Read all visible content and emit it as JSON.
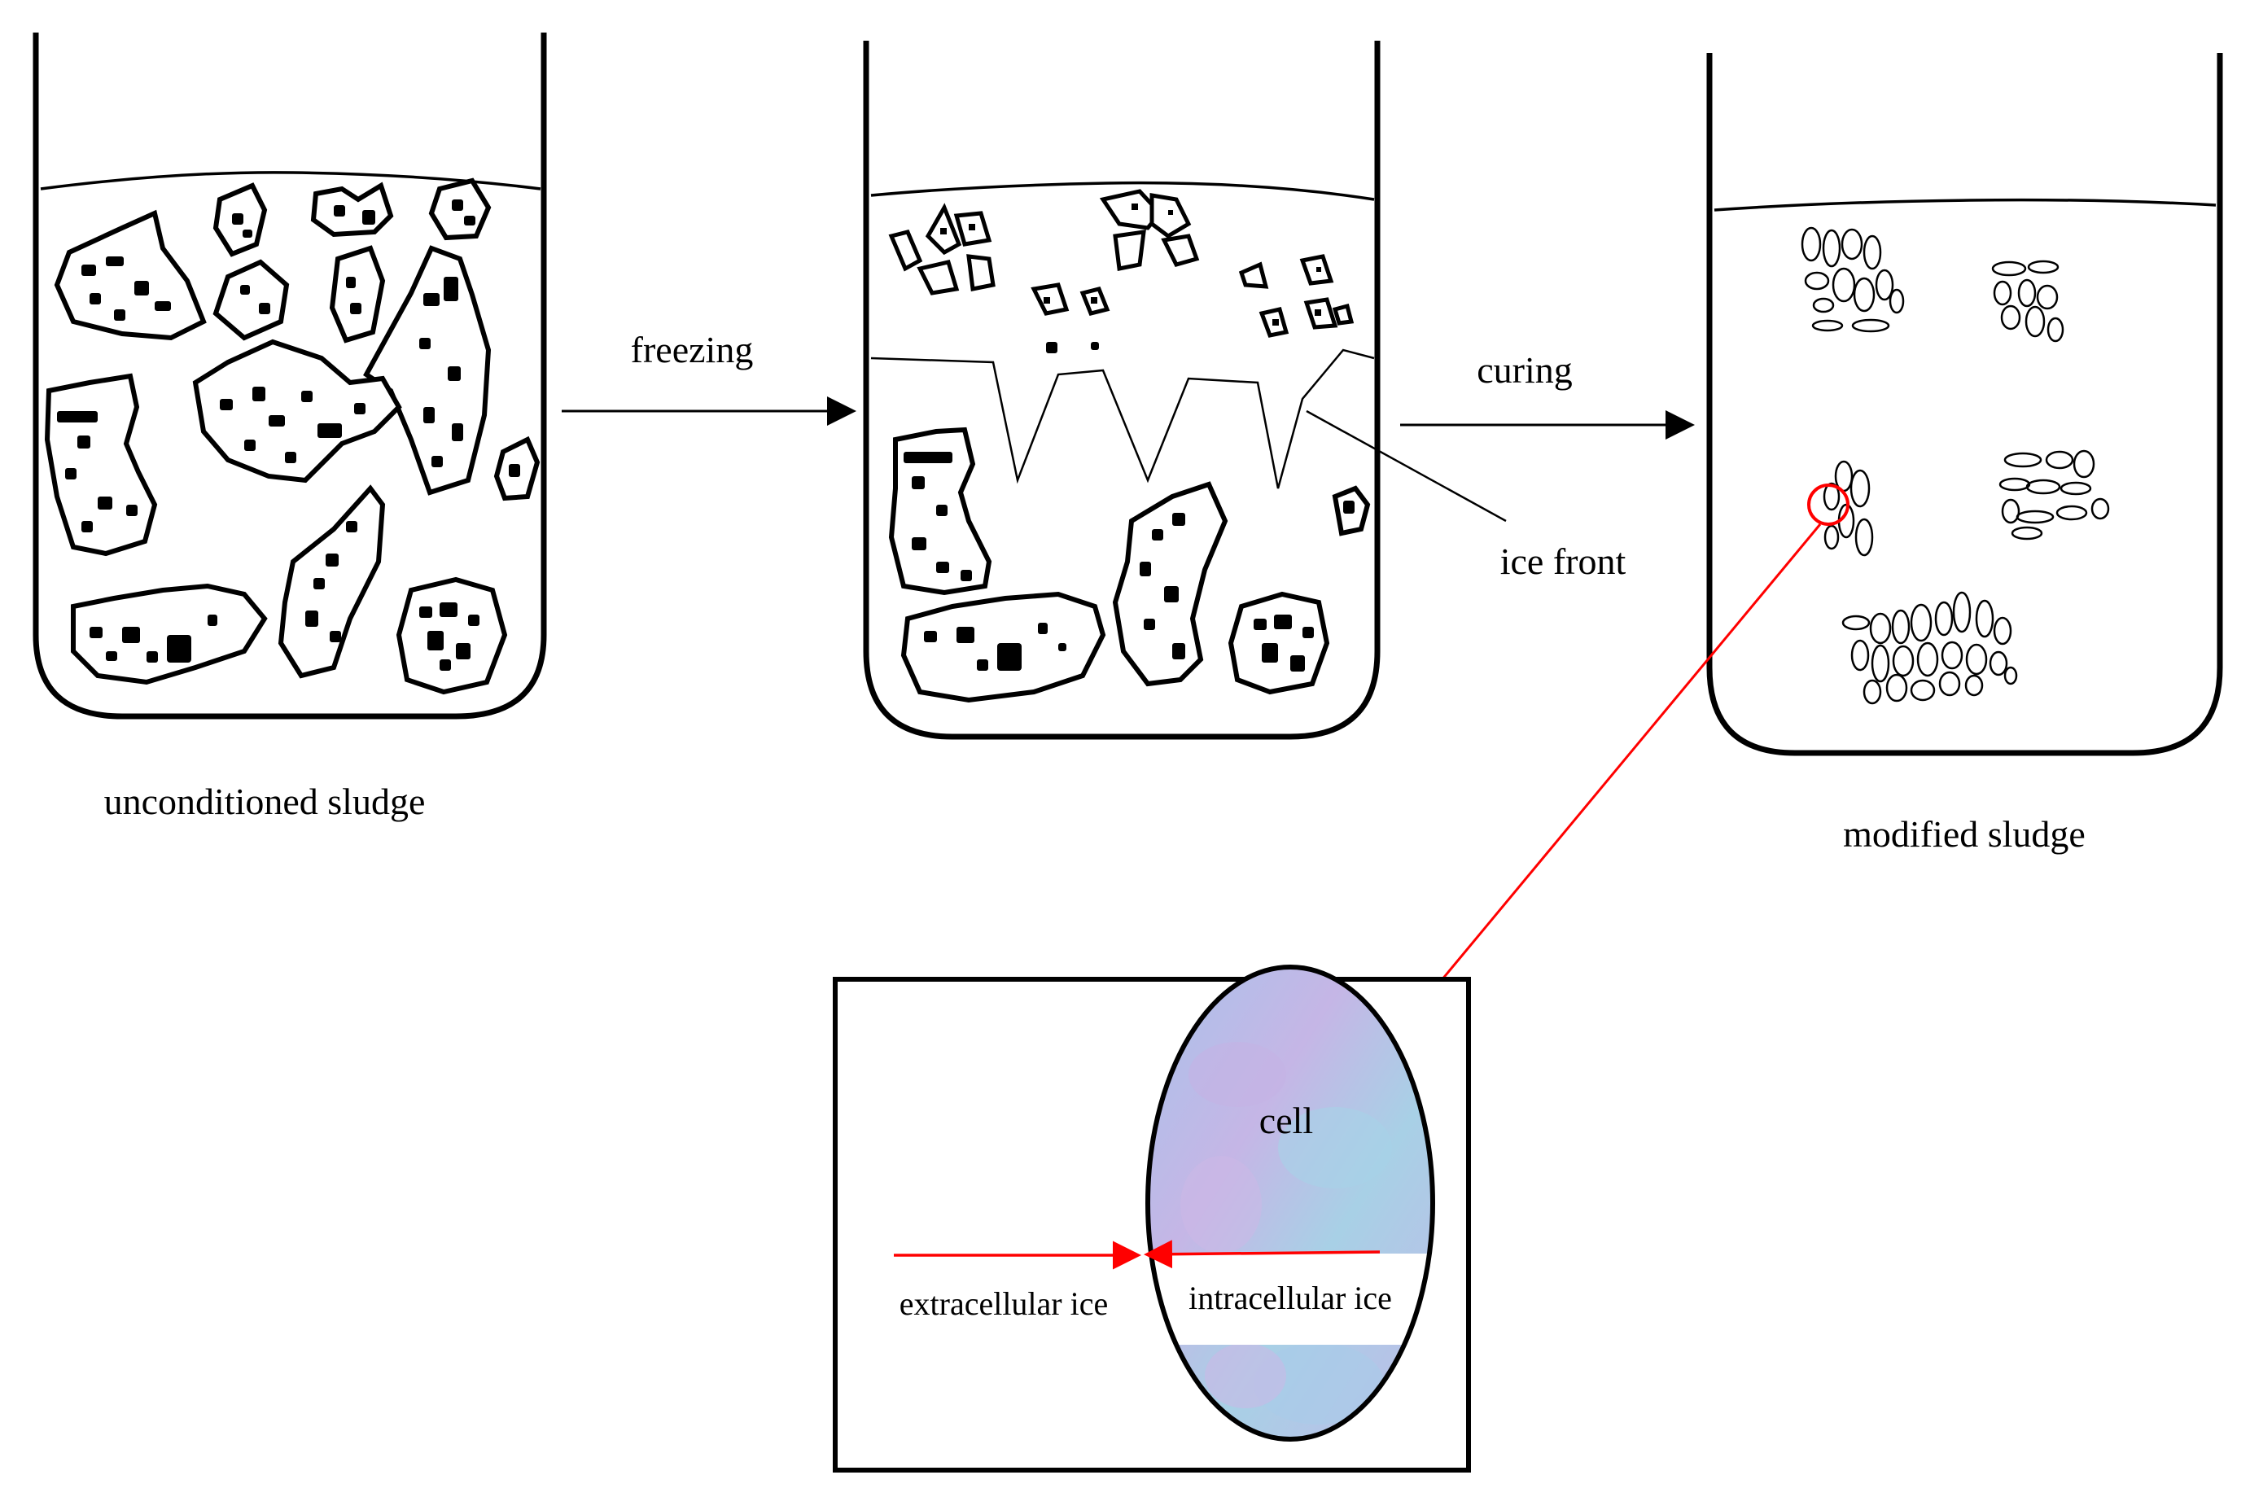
{
  "labels": {
    "unconditioned": "unconditioned sludge",
    "freezing": "freezing",
    "curing": "curing",
    "ice_front": "ice front",
    "modified": "modified sludge",
    "cell": "cell",
    "extracellular": "extracellular ice",
    "intracellular": "intracellular ice"
  },
  "colors": {
    "line": "#000000",
    "highlight": "#ff0000",
    "cell_fill": "#b7cbe6",
    "cell_fill_alt": "#c7b6e3"
  }
}
